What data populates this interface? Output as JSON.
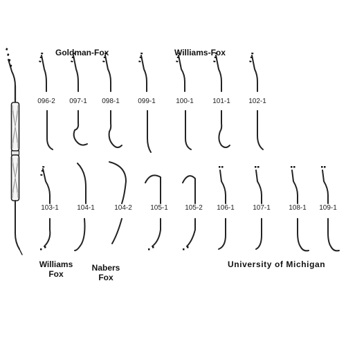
{
  "groups": {
    "goldman_fox": "Goldman-Fox",
    "williams_fox_top": "Williams-Fox",
    "williams_fox_bottom": [
      "Williams",
      "Fox"
    ],
    "nabers_fox": [
      "Nabers",
      "Fox"
    ]
  },
  "credit": "University of Michigan",
  "top_row": [
    "096-2",
    "097-1",
    "098-1",
    "099-1",
    "100-1",
    "101-1",
    "102-1"
  ],
  "bottom_row": [
    "103-1",
    "104-1",
    "104-2",
    "105-1",
    "105-2",
    "106-1",
    "107-1",
    "108-1",
    "109-1"
  ]
}
